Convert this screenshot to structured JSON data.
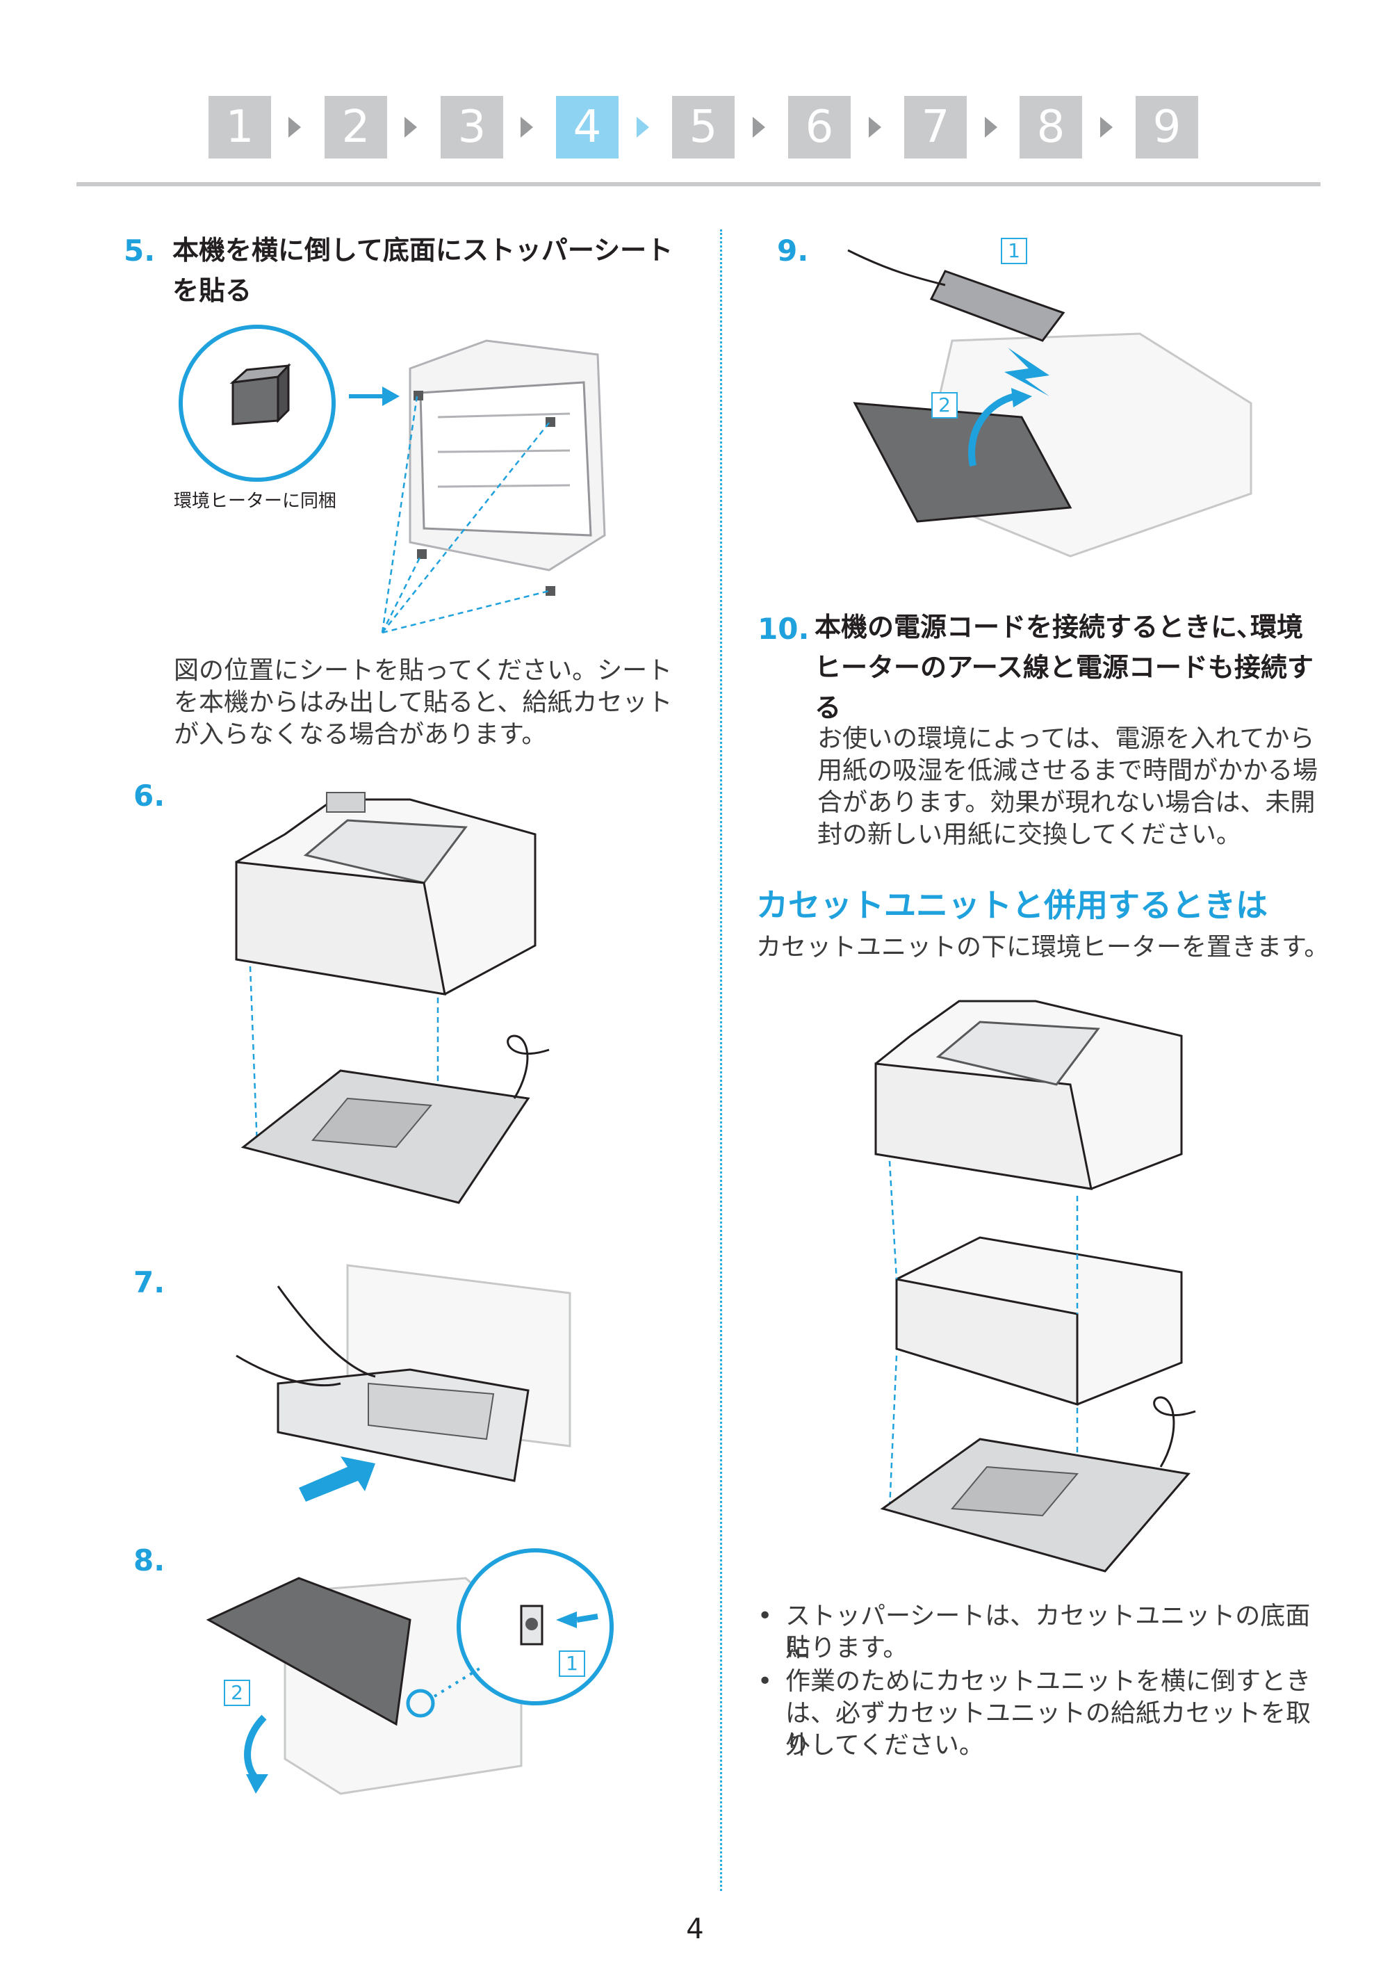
{
  "nav": {
    "steps": [
      "1",
      "2",
      "3",
      "4",
      "5",
      "6",
      "7",
      "8",
      "9"
    ],
    "active_index": 3
  },
  "steps": {
    "s5": {
      "number": "5.",
      "title_line1": "本機を横に倒して底面にストッパーシート",
      "title_line2": "を貼る",
      "caption": "環境ヒーターに同梱",
      "body": [
        "図の位置にシートを貼ってください。シート",
        "を本機からはみ出して貼ると、給紙カセット",
        "が入らなくなる場合があります。"
      ]
    },
    "s6": {
      "number": "6."
    },
    "s7": {
      "number": "7."
    },
    "s8": {
      "number": "8.",
      "callout1": "1",
      "callout2": "2"
    },
    "s9": {
      "number": "9.",
      "callout1": "1",
      "callout2": "2"
    },
    "s10": {
      "number": "10.",
      "title": [
        "本機の電源コードを接続するときに､環境",
        "ヒーターのアース線と電源コードも接続す",
        "る"
      ],
      "body": [
        "お使いの環境によっては、電源を入れてから",
        "用紙の吸湿を低減させるまで時間がかかる場",
        "合があります。効果が現れない場合は、未開",
        "封の新しい用紙に交換してください。"
      ]
    }
  },
  "cassette_section": {
    "title": "カセットユニットと併用するときは",
    "intro": "カセットユニットの下に環境ヒーターを置きます。",
    "bullets": [
      {
        "mark": "•",
        "lines": [
          "ストッパーシートは、カセットユニットの底面に",
          "貼ります。"
        ]
      },
      {
        "mark": "•",
        "lines": [
          "作業のためにカセットユニットを横に倒すとき",
          "は、必ずカセットユニットの給紙カセットを取り",
          "外してください。"
        ]
      }
    ]
  },
  "page_number": "4",
  "colors": {
    "accent": "#1ea1dc",
    "nav_inactive": "#c9cacc",
    "nav_active": "#8fd3f2",
    "line_art": "#58595b"
  }
}
